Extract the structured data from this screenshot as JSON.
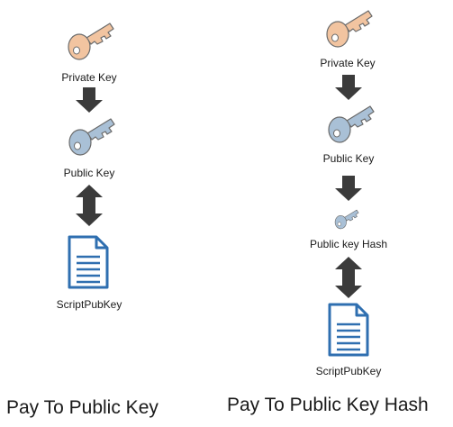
{
  "left": {
    "private_key_label": "Private Key",
    "public_key_label": "Public Key",
    "script_label": "ScriptPubKey",
    "title": "Pay To Public Key"
  },
  "right": {
    "private_key_label": "Private Key",
    "public_key_label": "Public Key",
    "hash_label": "Public key Hash",
    "script_label": "ScriptPubKey",
    "title": "Pay To Public Key Hash"
  },
  "colors": {
    "private_key": "#f2c4a0",
    "public_key": "#a9c0d6",
    "document": "#2f6fb0",
    "arrow": "#3b3b3b"
  },
  "icons": {
    "private_key": "key-icon",
    "public_key": "key-icon",
    "hash": "small-key-icon",
    "script": "document-icon",
    "one_way": "arrow-down-icon",
    "two_way": "double-arrow-icon"
  }
}
